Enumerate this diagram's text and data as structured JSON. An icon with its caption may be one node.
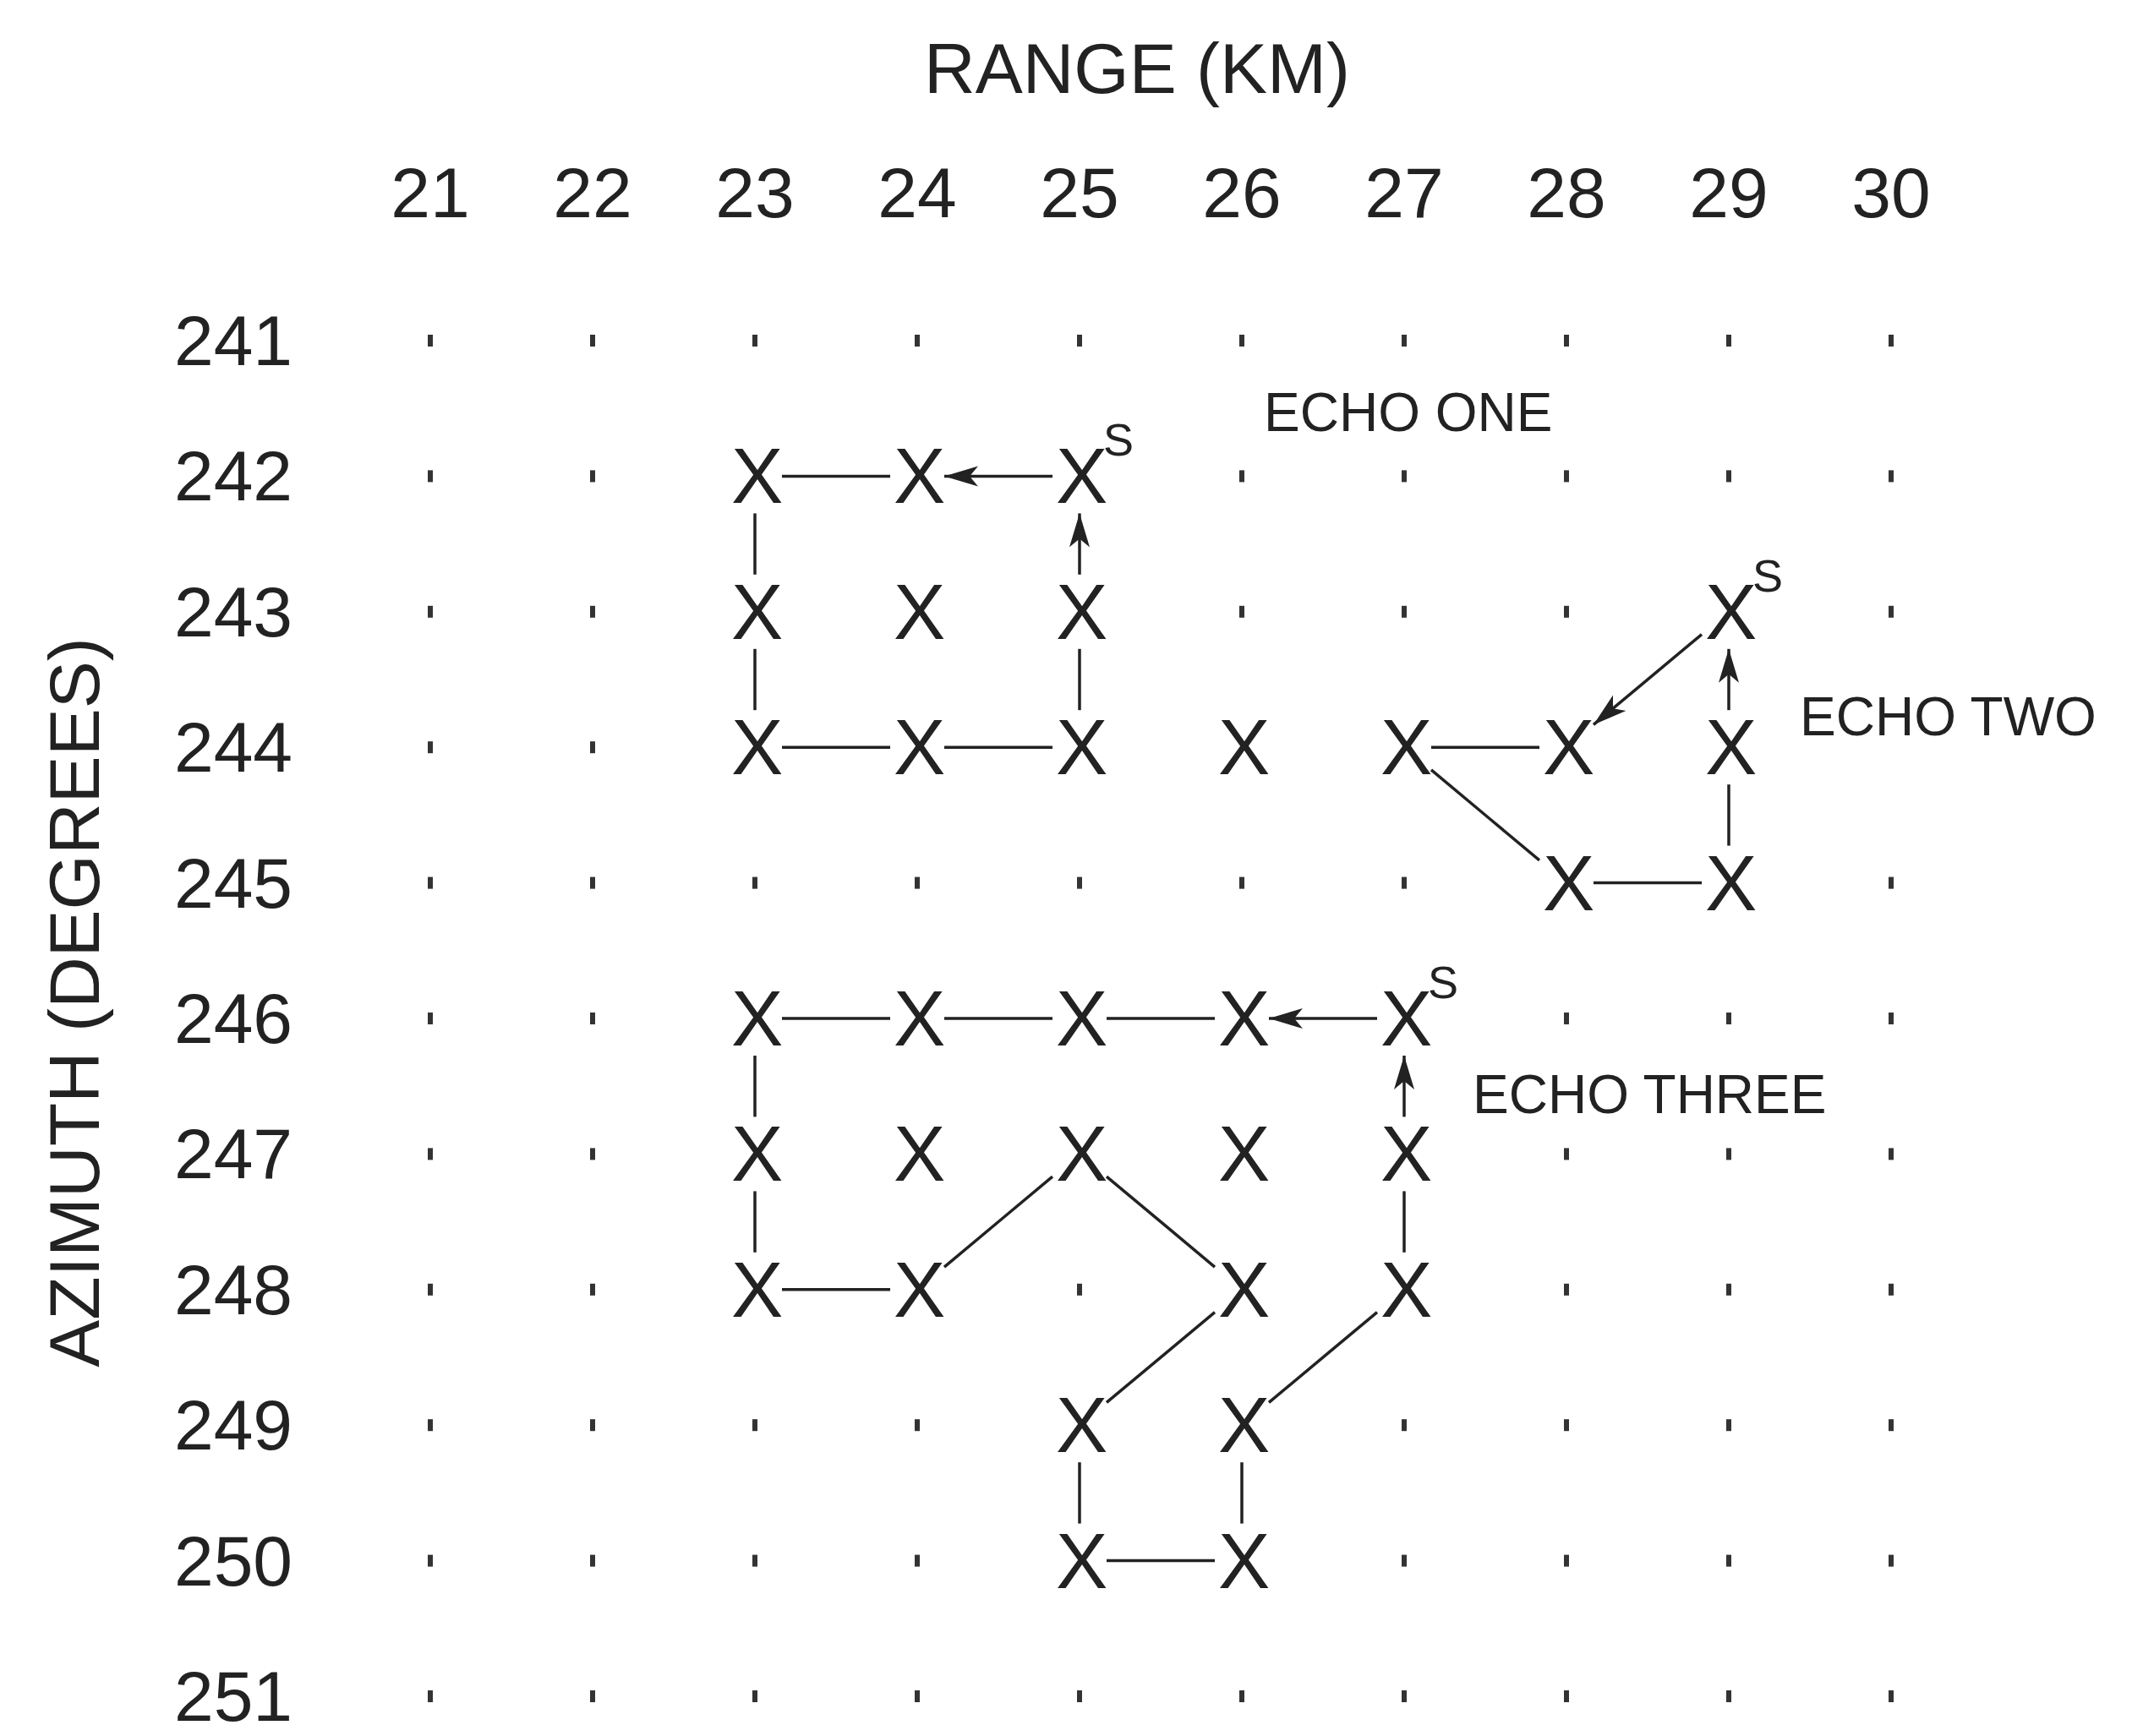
{
  "diagram": {
    "nodes": [
      {
        "text": [
          "X"
        ]
      },
      {
        "text": [
          "X"
        ]
      },
      {
        "text": [
          "X"
        ],
        "beside": [
          "S"
        ]
      },
      {
        "text": [
          "X"
        ]
      },
      {
        "text": [
          "X"
        ]
      },
      {
        "text": [
          "X"
        ]
      },
      {
        "text": [
          "X"
        ],
        "beside": [
          "S"
        ]
      },
      {
        "text": [
          "X"
        ]
      },
      {
        "text": [
          "X"
        ]
      },
      {
        "text": [
          "X"
        ]
      },
      {
        "text": [
          "X"
        ]
      },
      {
        "text": [
          "X"
        ]
      },
      {
        "text": [
          "X"
        ]
      },
      {
        "text": [
          "X"
        ]
      },
      {
        "text": [
          "X"
        ]
      },
      {
        "text": [
          "X"
        ]
      },
      {
        "text": [
          "X"
        ]
      },
      {
        "text": [
          "X"
        ]
      },
      {
        "text": [
          "X"
        ]
      },
      {
        "text": [
          "X"
        ]
      },
      {
        "text": [
          "X"
        ],
        "beside": [
          "S"
        ]
      },
      {
        "text": [
          "X"
        ]
      },
      {
        "text": [
          "X"
        ]
      },
      {
        "text": [
          "X"
        ]
      },
      {
        "text": [
          "X"
        ]
      },
      {
        "text": [
          "X"
        ]
      },
      {
        "text": [
          "X"
        ]
      },
      {
        "text": [
          "X"
        ]
      },
      {
        "text": [
          "X"
        ]
      },
      {
        "text": [
          "X"
        ]
      },
      {
        "text": [
          "X"
        ]
      },
      {
        "text": [
          "X"
        ]
      },
      {
        "text": [
          "X"
        ]
      },
      {
        "text": [
          "X"
        ]
      }
    ],
    "edges": [
      {
        "from": 2,
        "to": 1,
        "arrow": "to"
      },
      {
        "from": 1,
        "to": 0,
        "arrow": "none"
      },
      {
        "from": 0,
        "to": 3,
        "arrow": "none"
      },
      {
        "from": 3,
        "to": 7,
        "arrow": "none"
      },
      {
        "from": 7,
        "to": 8,
        "arrow": "none"
      },
      {
        "from": 8,
        "to": 9,
        "arrow": "none"
      },
      {
        "from": 9,
        "to": 5,
        "arrow": "none"
      },
      {
        "from": 5,
        "to": 2,
        "arrow": "to"
      },
      {
        "from": 6,
        "to": 12,
        "arrow": "to"
      },
      {
        "from": 12,
        "to": 11,
        "arrow": "none"
      },
      {
        "from": 11,
        "to": 14,
        "arrow": "none"
      },
      {
        "from": 14,
        "to": 15,
        "arrow": "none"
      },
      {
        "from": 15,
        "to": 13,
        "arrow": "none"
      },
      {
        "from": 13,
        "to": 6,
        "arrow": "to"
      },
      {
        "from": 20,
        "to": 19,
        "arrow": "to"
      },
      {
        "from": 19,
        "to": 18,
        "arrow": "none"
      },
      {
        "from": 18,
        "to": 17,
        "arrow": "none"
      },
      {
        "from": 17,
        "to": 16,
        "arrow": "none"
      },
      {
        "from": 16,
        "to": 21,
        "arrow": "none"
      },
      {
        "from": 21,
        "to": 26,
        "arrow": "none"
      },
      {
        "from": 26,
        "to": 27,
        "arrow": "none"
      },
      {
        "from": 27,
        "to": 23,
        "arrow": "none"
      },
      {
        "from": 23,
        "to": 28,
        "arrow": "none"
      },
      {
        "from": 28,
        "to": 30,
        "arrow": "none"
      },
      {
        "from": 30,
        "to": 32,
        "arrow": "none"
      },
      {
        "from": 32,
        "to": 33,
        "arrow": "none"
      },
      {
        "from": 33,
        "to": 31,
        "arrow": "none"
      },
      {
        "from": 31,
        "to": 29,
        "arrow": "none"
      },
      {
        "from": 29,
        "to": 25,
        "arrow": "none"
      },
      {
        "from": 25,
        "to": 20,
        "arrow": "to"
      }
    ],
    "labels": [
      "RANGE (KM)",
      "21",
      "22",
      "23",
      "24",
      "25",
      "26",
      "27",
      "28",
      "29",
      "30",
      "AZIMUTH (DEGREES)",
      "241",
      "242",
      "243",
      "244",
      "245",
      "246",
      "247",
      "248",
      "249",
      "250",
      "251",
      "ECHO ONE",
      "ECHO TWO",
      "ECHO THREE"
    ]
  }
}
